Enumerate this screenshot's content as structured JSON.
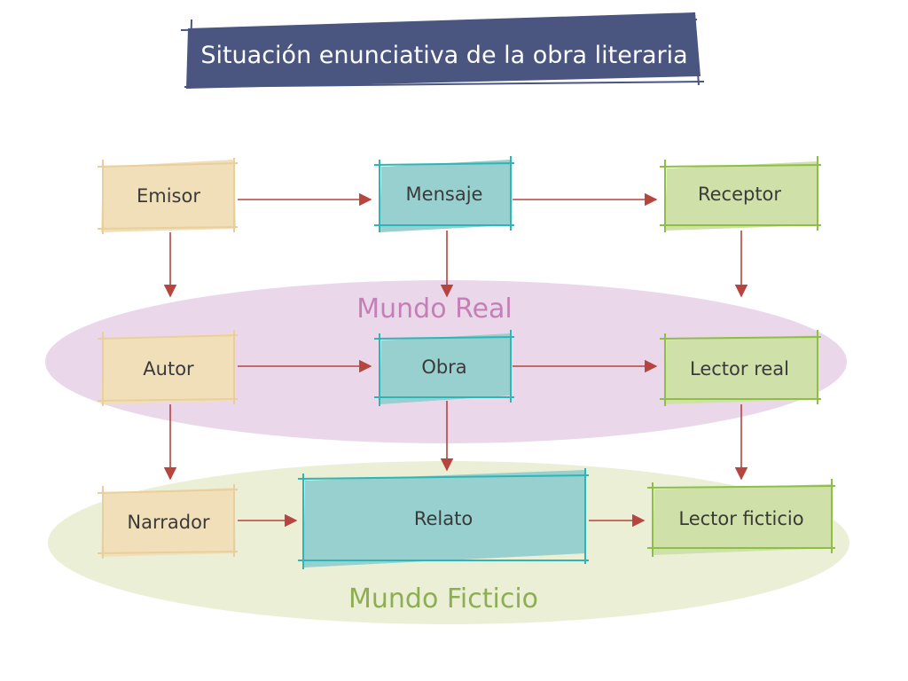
{
  "title": "Situación enunciativa de la obra literaria",
  "zones": {
    "real": "Mundo Real",
    "ficticio": "Mundo Ficticio"
  },
  "boxes": {
    "emisor": "Emisor",
    "mensaje": "Mensaje",
    "receptor": "Receptor",
    "autor": "Autor",
    "obra": "Obra",
    "lector_real": "Lector real",
    "narrador": "Narrador",
    "relato": "Relato",
    "lector_ficticio": "Lector ficticio"
  },
  "colors": {
    "title_bg": "#4a5580",
    "beige_fill": "#f1dfba",
    "beige_stroke": "#e9cf9c",
    "teal_fill": "#98cfcf",
    "teal_stroke": "#2fb5b5",
    "green_fill": "#cfe0a8",
    "green_stroke": "#8dbf46",
    "zone_real": "#ead8ea",
    "zone_ficticio": "#eaefd6",
    "arrow": "#b5453e"
  }
}
